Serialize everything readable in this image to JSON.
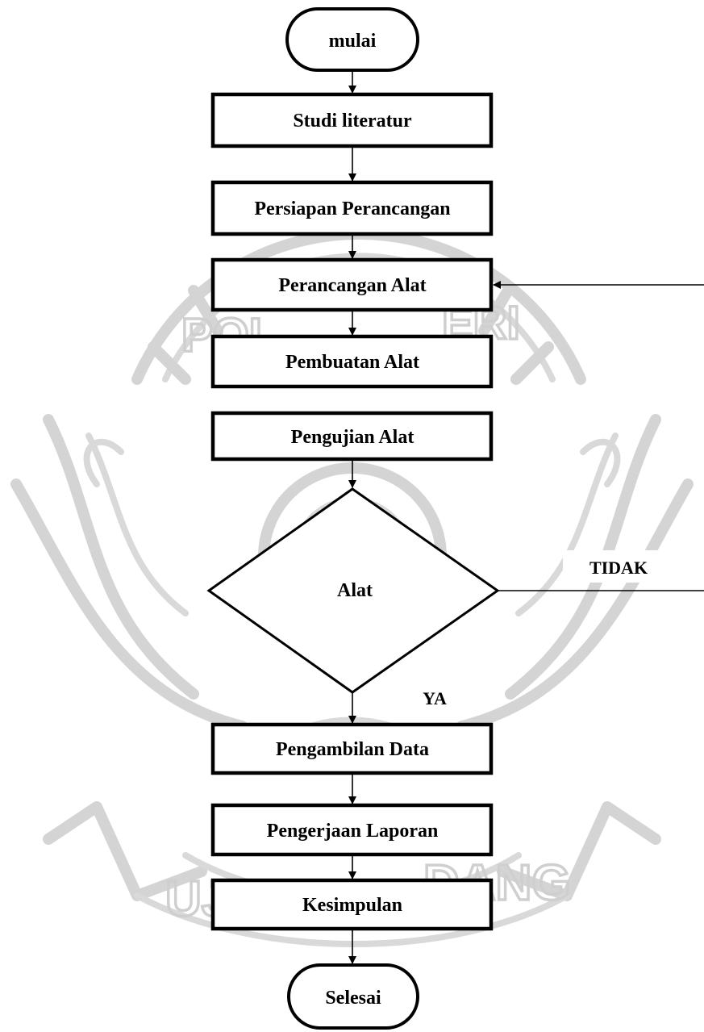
{
  "flowchart": {
    "start": "mulai",
    "steps": [
      "Studi literatur",
      "Persiapan Perancangan",
      "Perancangan Alat",
      "Pembuatan Alat",
      "Pengujian Alat"
    ],
    "decision": "Alat",
    "no_label": "TIDAK",
    "yes_label": "YA",
    "after_steps": [
      "Pengambilan Data",
      "Pengerjaan Laporan",
      "Kesimpulan"
    ],
    "end": "Selesai"
  },
  "watermark": {
    "top_text": "POLITEKNIK NEGERI",
    "bottom_text": "UJUNG PANDANG",
    "color": "#d4d4d4"
  }
}
